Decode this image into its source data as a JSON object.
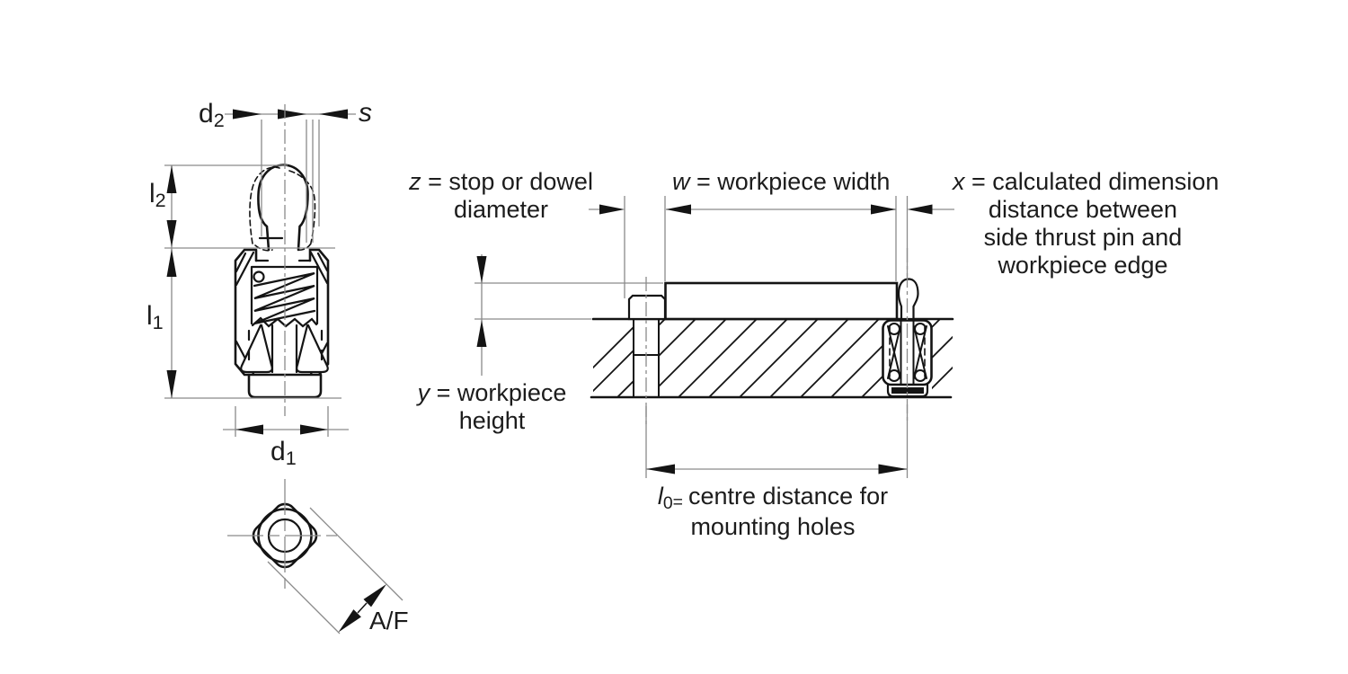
{
  "colors": {
    "drawing_line": "#141414",
    "dimension_line": "#8a8a8a",
    "text": "#1c1c1c",
    "background": "#ffffff"
  },
  "side_view": {
    "dim_d2": {
      "base": "d",
      "sub": "2"
    },
    "dim_s": "s",
    "dim_l2": {
      "base": "l",
      "sub": "2"
    },
    "dim_l1": {
      "base": "l",
      "sub": "1"
    },
    "dim_d1": {
      "base": "d",
      "sub": "1"
    }
  },
  "top_view": {
    "dim_af": "A/F"
  },
  "installation_view": {
    "z_label": {
      "symbol": "z",
      "line1": "= stop or dowel",
      "line2": "diameter"
    },
    "w_label": {
      "symbol": "w",
      "rest": "= workpiece width"
    },
    "x_label": {
      "symbol": "x",
      "line1": "= calculated dimension",
      "line2": "distance between",
      "line3": "side thrust pin and",
      "line4": "workpiece edge"
    },
    "y_label": {
      "symbol": "y",
      "line1": "= workpiece",
      "line2": "height"
    },
    "l0_label": {
      "symbol": "l",
      "sub": "0",
      "eq": "=",
      "line1": "centre distance for",
      "line2": "mounting holes"
    }
  }
}
